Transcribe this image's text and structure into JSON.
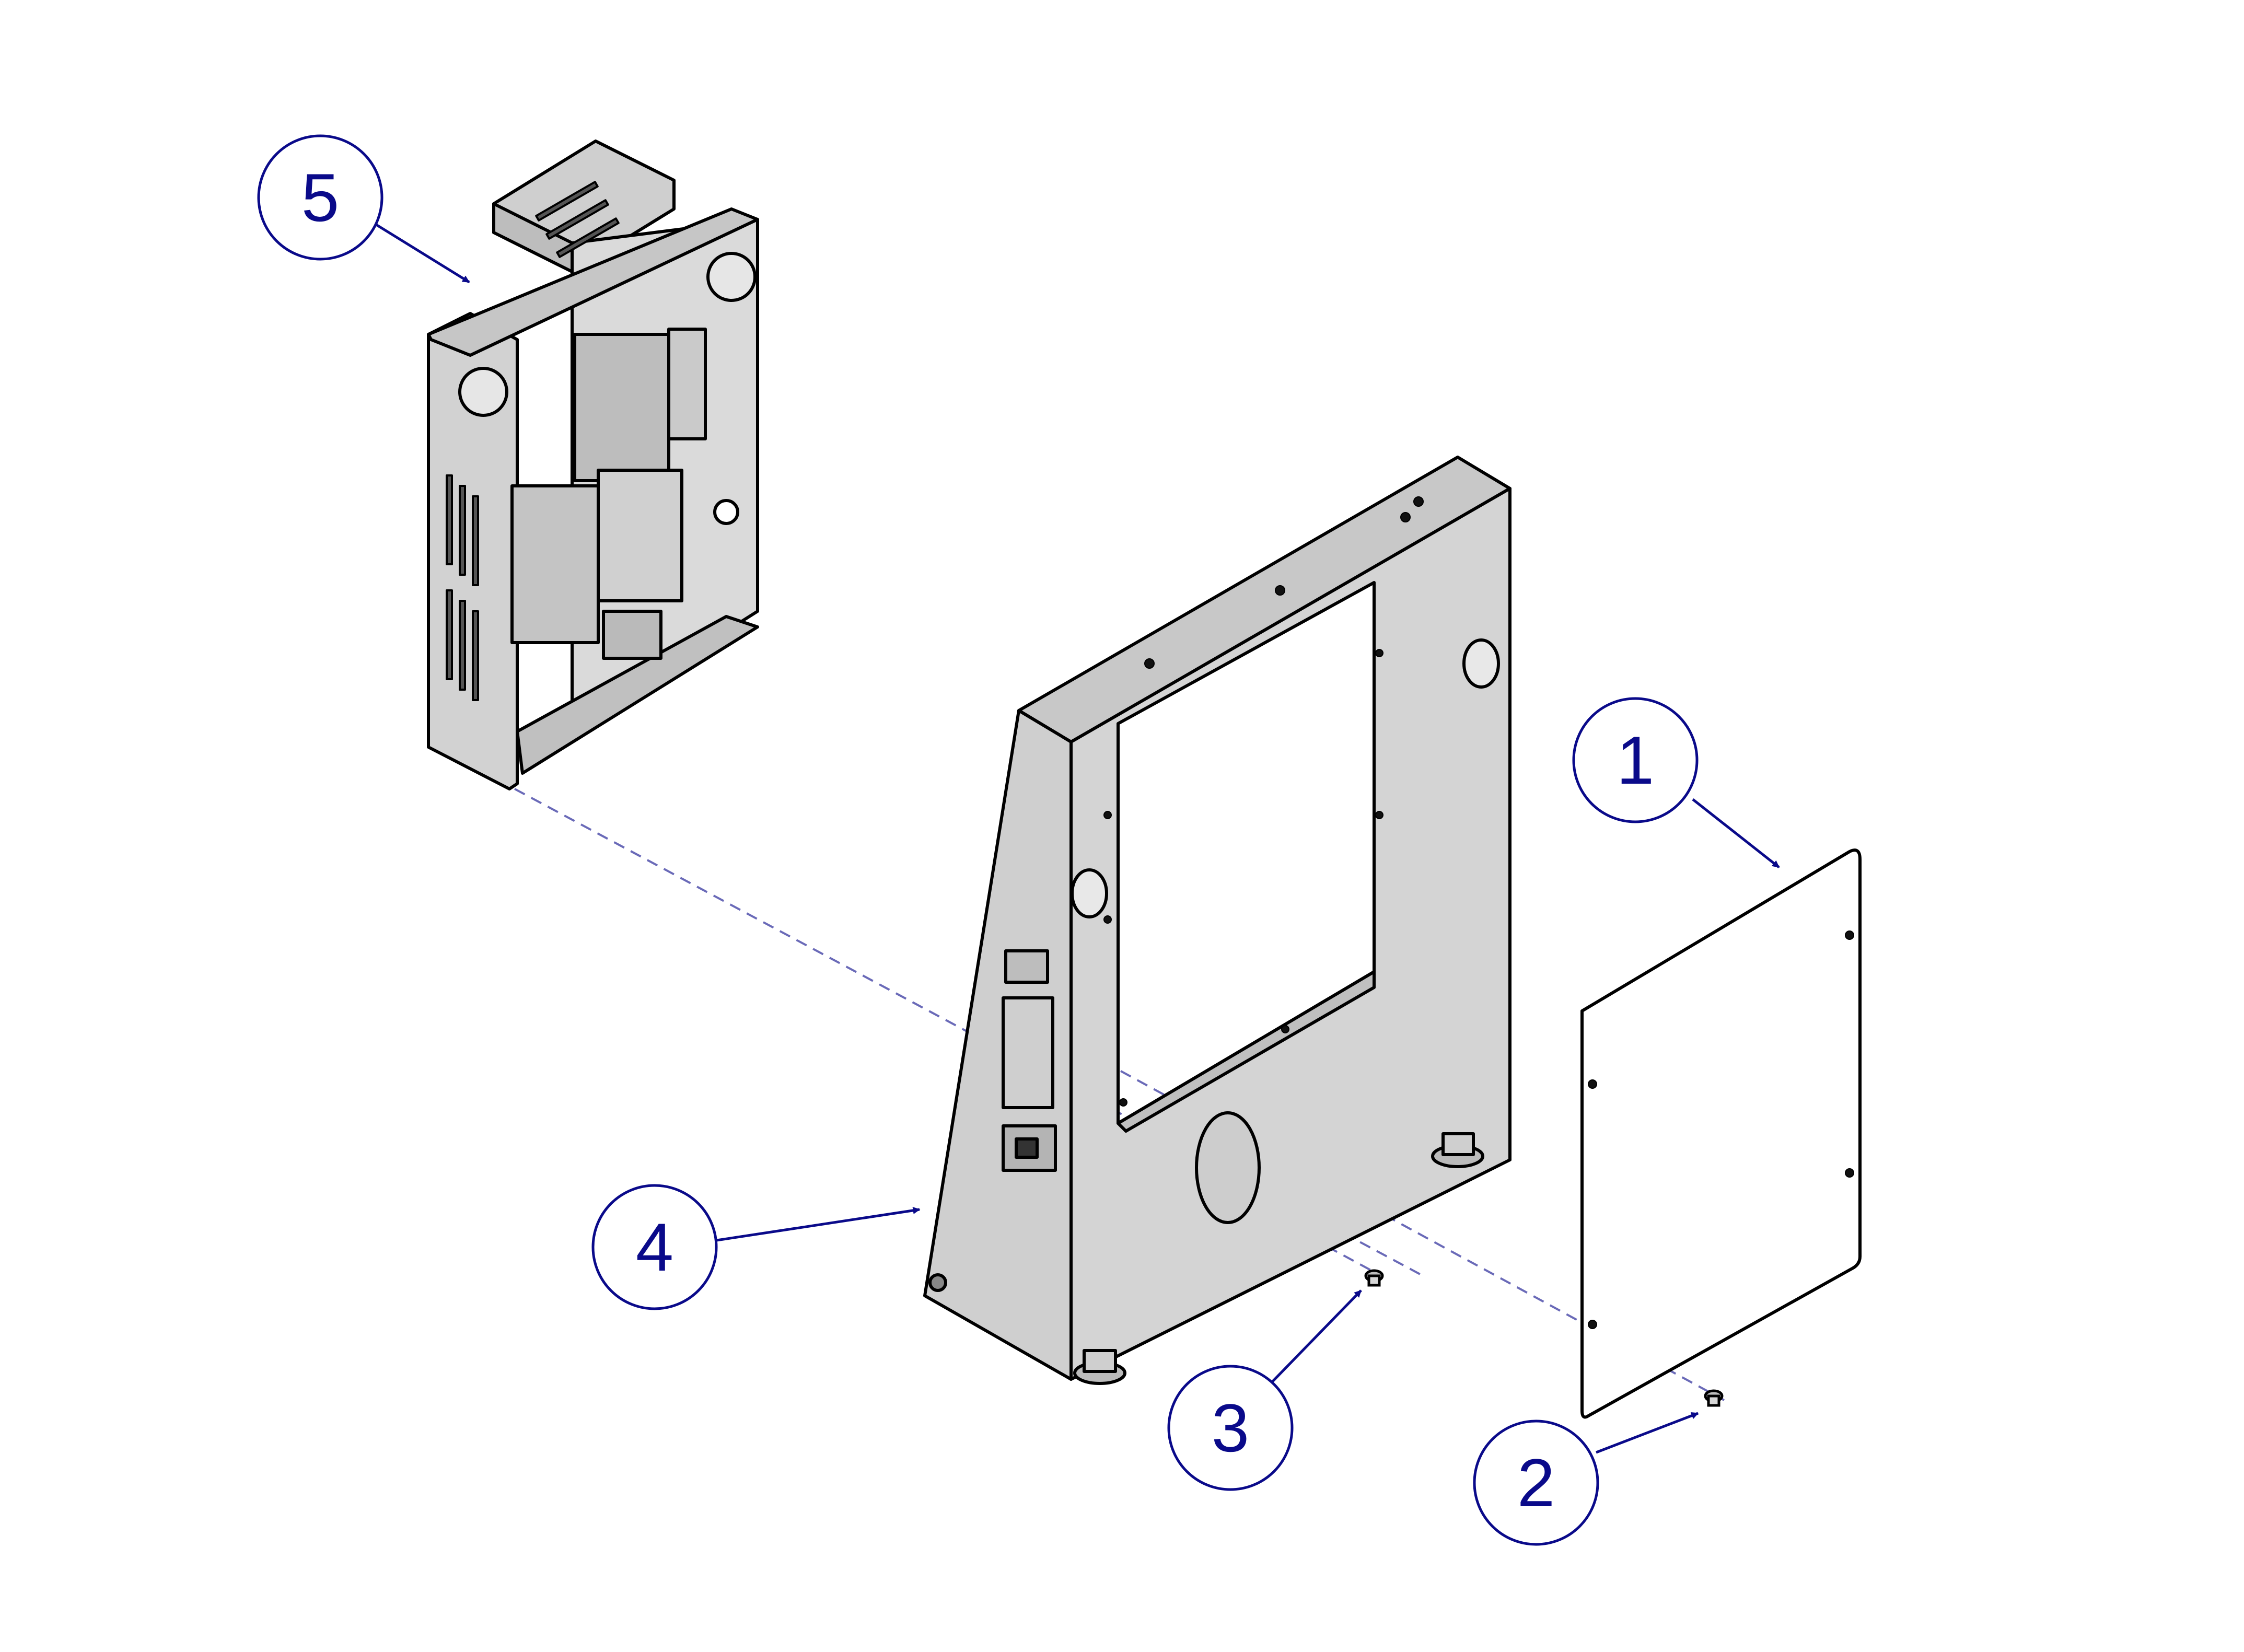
{
  "diagram": {
    "type": "exploded-assembly-view",
    "callout_color": "#0a0a8a",
    "part_fill": "#d4d4d4",
    "line_color": "#000000",
    "callouts": [
      {
        "number": "1",
        "part": "side-panel"
      },
      {
        "number": "2",
        "part": "screw"
      },
      {
        "number": "3",
        "part": "screw"
      },
      {
        "number": "4",
        "part": "cabinet-frame"
      },
      {
        "number": "5",
        "part": "electronics-chassis"
      }
    ]
  }
}
